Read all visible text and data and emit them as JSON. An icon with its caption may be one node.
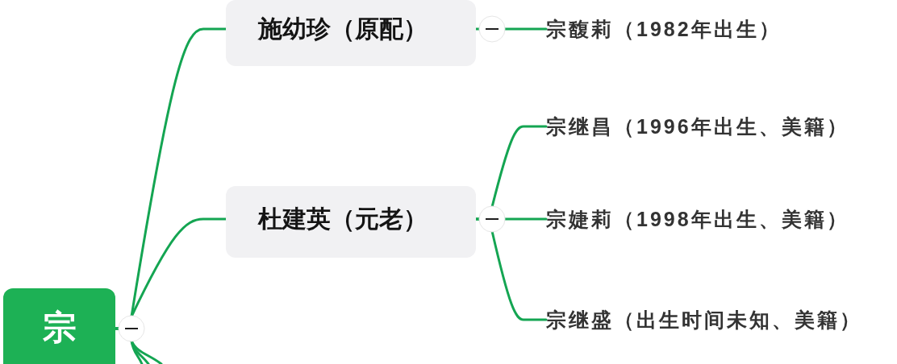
{
  "diagram": {
    "nodes": [
      {
        "text": [
          "宗"
        ]
      },
      {
        "text": [
          "施幼珍（原配）"
        ]
      },
      {
        "text": [
          "宗馥莉（1982年出生）"
        ]
      },
      {
        "text": [
          "杜建英（元老）"
        ]
      },
      {
        "text": [
          "宗继昌（1996年出生、美籍）"
        ]
      },
      {
        "text": [
          "宗婕莉（1998年出生、美籍）"
        ]
      },
      {
        "text": [
          "宗继盛（出生时间未知、美籍）"
        ]
      }
    ],
    "edges": [
      {
        "from": 0,
        "to": 1,
        "arrow": "none"
      },
      {
        "from": 1,
        "to": 2,
        "arrow": "none"
      },
      {
        "from": 0,
        "to": 3,
        "arrow": "none"
      },
      {
        "from": 3,
        "to": 4,
        "arrow": "none"
      },
      {
        "from": 3,
        "to": 5,
        "arrow": "none"
      },
      {
        "from": 3,
        "to": 6,
        "arrow": "none"
      },
      {
        "from": 0,
        "to": null,
        "arrow": "none"
      },
      {
        "from": 0,
        "to": null,
        "arrow": "none"
      },
      {
        "from": 0,
        "to": null,
        "arrow": "none"
      }
    ]
  }
}
